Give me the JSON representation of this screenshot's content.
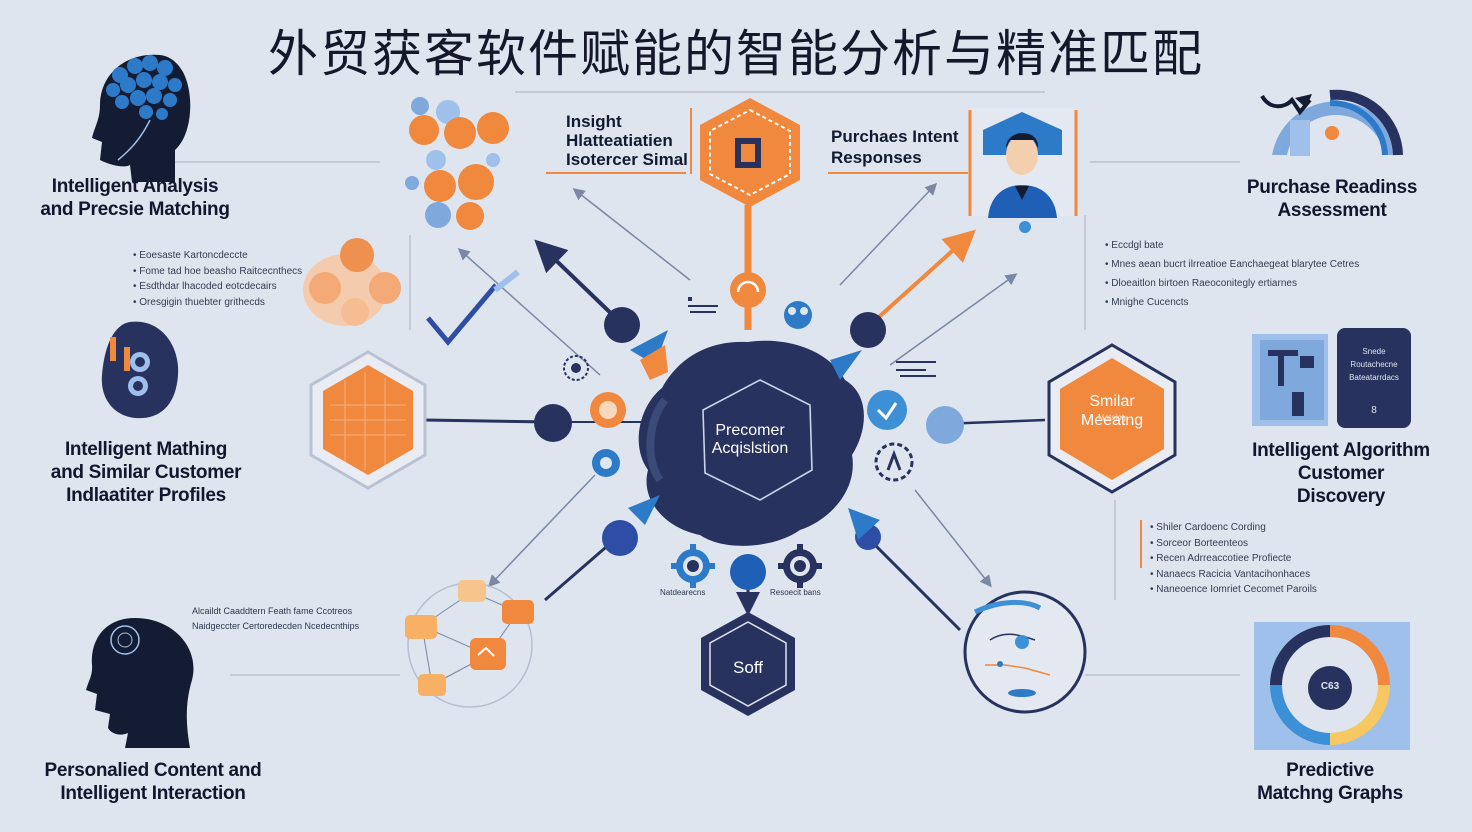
{
  "title": "外贸获客软件赋能的智能分析与精准匹配",
  "center": {
    "label": "Precomer\nAcqislstion",
    "bottom_label": "Soff"
  },
  "left": {
    "analysis": "Intelligent Analysis\nand Precsie Matching",
    "analysis_bullets": [
      "Eoesaste Kartoncdeccte",
      "Fome tad hoe beasho Raitcecnthecs",
      "Esdthdar lhacoded eotcdecairs",
      "Oresgigin thuebter grithecds"
    ],
    "matching": "Intelligent Mathing\nand Similar Customer\nIndlaatiter Profiles",
    "personalized": "Personalied Content and\nIntelligent Interaction",
    "personalized_caption": "Alcaildt Caaddtern Feath fame Ccotreos\nNaidgeccter Certoredecden Ncedecnthips"
  },
  "top": {
    "insight": "Insight\nHlatteatiatien\nIsotercer Simal",
    "purchase_intent": "Purchaes Intent\nResponses",
    "small_note_1": "▬ ━━━━━━\n━━━━━━",
    "small_note_2": "━━━━ ━━\n━━━━━━━"
  },
  "right": {
    "readiness": "Purchase Readinss\nAssessment",
    "readiness_bullets": [
      "Eccdgl bate",
      "Mnes aean bucrt ilrreatioe Eanchaegeat blarytee Cetres",
      "Dloeaitlon birtoen Raeoconitegly ertiarnes",
      "Mnighe Cucencts"
    ],
    "similar": "Smilar\nMeeatng",
    "similar_sub": "Matcing",
    "algorithm": "Intelligent Algorithm\nCustomer\nDiscovery",
    "algorithm_card": "Snede\nRoutachecne\nBateatarrdacs",
    "algorithm_card_num": "8",
    "algorithm_bullets": [
      "Shiler Cardoenc Cording",
      "Sorceor Borteenteos",
      "Recen Adrreaccotiee Profiecte",
      "Nanaecs Racicia Vantacihonhaces",
      "Naneoence Iomriet Cecomet Paroils"
    ],
    "predictive": "Predictive\nMatchng Graphs",
    "donut_center": "C63"
  },
  "bottom": {
    "gear_caption_1": "Natdearecns",
    "gear_caption_2": "Resoecit bans"
  },
  "colors": {
    "navy": "#27325e",
    "orange": "#f0883e",
    "blue": "#2d7bc8",
    "light_blue": "#7fa8dd",
    "background": "#dfe5ee"
  }
}
